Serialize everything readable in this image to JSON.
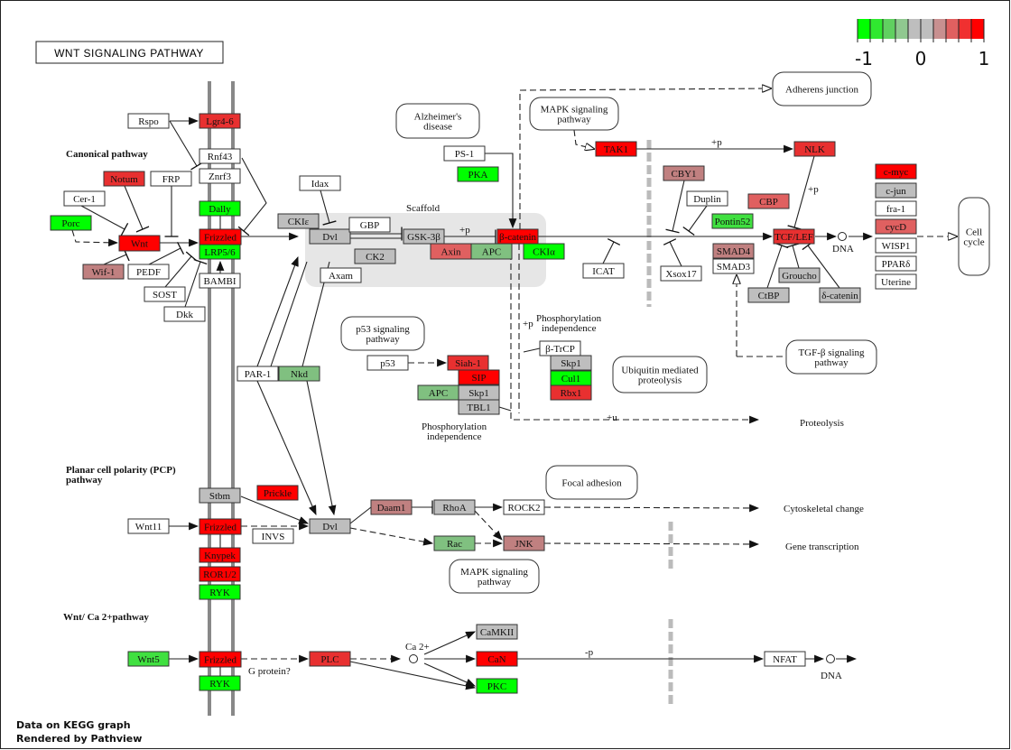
{
  "title": "WNT SIGNALING PATHWAY",
  "legend": {
    "colors": [
      "#00ff00",
      "#30e830",
      "#60d060",
      "#90c890",
      "#bebebe",
      "#bebebe",
      "#c89090",
      "#e06060",
      "#f03030",
      "#ff0000"
    ],
    "labels": [
      "-1",
      "0",
      "1"
    ]
  },
  "nodes": [
    {
      "id": "rspo",
      "label": "Rspo",
      "color": "#ffffff"
    },
    {
      "id": "lgr",
      "label": "Lgr4-6",
      "color": "#e83030"
    },
    {
      "id": "rnf43",
      "label": "Rnf43",
      "color": "#ffffff"
    },
    {
      "id": "znrf3",
      "label": "Znrf3",
      "color": "#ffffff"
    },
    {
      "id": "dally",
      "label": "Dally",
      "color": "#00ff00"
    },
    {
      "id": "fzd1",
      "label": "Frizzled",
      "color": "#ff0000"
    },
    {
      "id": "lrp",
      "label": "LRP5/6",
      "color": "#00ff00"
    },
    {
      "id": "bambi",
      "label": "BAMBI",
      "color": "#ffffff"
    },
    {
      "id": "notum",
      "label": "Notum",
      "color": "#e83030"
    },
    {
      "id": "frp",
      "label": "FRP",
      "color": "#ffffff"
    },
    {
      "id": "cer1",
      "label": "Cer-1",
      "color": "#ffffff"
    },
    {
      "id": "porc",
      "label": "Porc",
      "color": "#00ff00"
    },
    {
      "id": "wnt",
      "label": "Wnt",
      "color": "#ff0000"
    },
    {
      "id": "wif1",
      "label": "Wif-1",
      "color": "#c08080"
    },
    {
      "id": "pedf",
      "label": "PEDF",
      "color": "#ffffff"
    },
    {
      "id": "sost",
      "label": "SOST",
      "color": "#ffffff"
    },
    {
      "id": "dkk",
      "label": "Dkk",
      "color": "#ffffff"
    },
    {
      "id": "idax",
      "label": "Idax",
      "color": "#ffffff"
    },
    {
      "id": "ckie",
      "label": "CKIε",
      "color": "#bebebe"
    },
    {
      "id": "dvl1",
      "label": "Dvl",
      "color": "#bebebe"
    },
    {
      "id": "gbp",
      "label": "GBP",
      "color": "#ffffff"
    },
    {
      "id": "ck2",
      "label": "CK2",
      "color": "#bebebe"
    },
    {
      "id": "axam",
      "label": "Axam",
      "color": "#ffffff"
    },
    {
      "id": "gsk",
      "label": "GSK-3β",
      "color": "#bebebe"
    },
    {
      "id": "axin",
      "label": "Axin",
      "color": "#e06060"
    },
    {
      "id": "apc1",
      "label": "APC",
      "color": "#80c080"
    },
    {
      "id": "bcat",
      "label": "β-catenin",
      "color": "#ff0000"
    },
    {
      "id": "ckia",
      "label": "CKIα",
      "color": "#00ff00"
    },
    {
      "id": "ps1",
      "label": "PS-1",
      "color": "#ffffff"
    },
    {
      "id": "pka",
      "label": "PKA",
      "color": "#00ff00"
    },
    {
      "id": "tak1",
      "label": "TAK1",
      "color": "#ff0000"
    },
    {
      "id": "cby1",
      "label": "CBY1",
      "color": "#c08080"
    },
    {
      "id": "duplin",
      "label": "Duplin",
      "color": "#ffffff"
    },
    {
      "id": "pontin",
      "label": "Pontin52",
      "color": "#40e040"
    },
    {
      "id": "cbp",
      "label": "CBP",
      "color": "#e06060"
    },
    {
      "id": "nlk",
      "label": "NLK",
      "color": "#e83030"
    },
    {
      "id": "tcf",
      "label": "TCF/LEF",
      "color": "#e83030"
    },
    {
      "id": "icat",
      "label": "ICAT",
      "color": "#ffffff"
    },
    {
      "id": "xsox",
      "label": "Xsox17",
      "color": "#ffffff"
    },
    {
      "id": "smad4",
      "label": "SMAD4",
      "color": "#c08080"
    },
    {
      "id": "smad3",
      "label": "SMAD3",
      "color": "#ffffff"
    },
    {
      "id": "groucho",
      "label": "Groucho",
      "color": "#bebebe"
    },
    {
      "id": "ctbp",
      "label": "CtBP",
      "color": "#bebebe"
    },
    {
      "id": "dcat",
      "label": "δ-catenin",
      "color": "#bebebe"
    },
    {
      "id": "cmyc",
      "label": "c-myc",
      "color": "#ff0000"
    },
    {
      "id": "cjun",
      "label": "c-jun",
      "color": "#bebebe"
    },
    {
      "id": "fra1",
      "label": "fra-1",
      "color": "#ffffff"
    },
    {
      "id": "cycd",
      "label": "cycD",
      "color": "#e06060"
    },
    {
      "id": "wisp1",
      "label": "WISP1",
      "color": "#ffffff"
    },
    {
      "id": "ppard",
      "label": "PPARδ",
      "color": "#ffffff"
    },
    {
      "id": "uterine",
      "label": "Uterine",
      "color": "#ffffff"
    },
    {
      "id": "p53",
      "label": "p53",
      "color": "#ffffff"
    },
    {
      "id": "siah",
      "label": "Siah-1",
      "color": "#e83030"
    },
    {
      "id": "sip",
      "label": "SIP",
      "color": "#ff0000"
    },
    {
      "id": "apc2",
      "label": "APC",
      "color": "#80c080"
    },
    {
      "id": "skp1a",
      "label": "Skp1",
      "color": "#bebebe"
    },
    {
      "id": "tbl1",
      "label": "TBL1",
      "color": "#bebebe"
    },
    {
      "id": "btrcp",
      "label": "β-TrCP",
      "color": "#ffffff"
    },
    {
      "id": "skp1b",
      "label": "Skp1",
      "color": "#bebebe"
    },
    {
      "id": "cul1",
      "label": "Cul1",
      "color": "#00ff00"
    },
    {
      "id": "rbx1",
      "label": "Rbx1",
      "color": "#e83030"
    },
    {
      "id": "par1",
      "label": "PAR-1",
      "color": "#ffffff"
    },
    {
      "id": "nkd",
      "label": "Nkd",
      "color": "#80c080"
    },
    {
      "id": "stbm",
      "label": "Stbm",
      "color": "#bebebe"
    },
    {
      "id": "prickle",
      "label": "Prickle",
      "color": "#ff0000"
    },
    {
      "id": "wnt11",
      "label": "Wnt11",
      "color": "#ffffff"
    },
    {
      "id": "fzd2",
      "label": "Frizzled",
      "color": "#ff0000"
    },
    {
      "id": "invs",
      "label": "INVS",
      "color": "#ffffff"
    },
    {
      "id": "knypek",
      "label": "Knypek",
      "color": "#ff0000"
    },
    {
      "id": "ror",
      "label": "ROR1/2",
      "color": "#ff0000"
    },
    {
      "id": "ryk1",
      "label": "RYK",
      "color": "#00ff00"
    },
    {
      "id": "dvl2",
      "label": "Dvl",
      "color": "#bebebe"
    },
    {
      "id": "daam1",
      "label": "Daam1",
      "color": "#c08080"
    },
    {
      "id": "rhoa",
      "label": "RhoA",
      "color": "#bebebe"
    },
    {
      "id": "rock2",
      "label": "ROCK2",
      "color": "#ffffff"
    },
    {
      "id": "rac",
      "label": "Rac",
      "color": "#80c080"
    },
    {
      "id": "jnk",
      "label": "JNK",
      "color": "#c08080"
    },
    {
      "id": "wnt5",
      "label": "Wnt5",
      "color": "#40e040"
    },
    {
      "id": "fzd3",
      "label": "Frizzled",
      "color": "#ff0000"
    },
    {
      "id": "ryk2",
      "label": "RYK",
      "color": "#00ff00"
    },
    {
      "id": "plc",
      "label": "PLC",
      "color": "#e83030"
    },
    {
      "id": "camkii",
      "label": "CaMKII",
      "color": "#bebebe"
    },
    {
      "id": "can",
      "label": "CaN",
      "color": "#ff0000"
    },
    {
      "id": "pkc",
      "label": "PKC",
      "color": "#00ff00"
    },
    {
      "id": "nfat",
      "label": "NFAT",
      "color": "#ffffff"
    }
  ],
  "maps": [
    {
      "id": "alz",
      "lines": [
        "Alzheimer's",
        "disease"
      ]
    },
    {
      "id": "mapk1",
      "lines": [
        "MAPK signaling",
        "pathway"
      ]
    },
    {
      "id": "adherens",
      "lines": [
        "Adherens junction"
      ]
    },
    {
      "id": "cellcycle",
      "lines": [
        "Cell",
        "cycle"
      ]
    },
    {
      "id": "p53map",
      "lines": [
        "p53 signaling",
        "pathway"
      ]
    },
    {
      "id": "ubiq",
      "lines": [
        "Ubiquitin mediated",
        "proteolysis"
      ]
    },
    {
      "id": "tgfb",
      "lines": [
        "TGF-β signaling",
        "pathway"
      ]
    },
    {
      "id": "focal",
      "lines": [
        "Focal adhesion"
      ]
    },
    {
      "id": "mapk2",
      "lines": [
        "MAPK signaling",
        "pathway"
      ]
    }
  ],
  "labels": [
    {
      "id": "canonical",
      "text": "Canonical pathway",
      "bold": true
    },
    {
      "id": "scaffold",
      "text": "Scaffold"
    },
    {
      "id": "phos1a",
      "text": "Phosphorylation"
    },
    {
      "id": "phos1b",
      "text": "independence"
    },
    {
      "id": "phos2a",
      "text": "Phosphorylation"
    },
    {
      "id": "phos2b",
      "text": "independence"
    },
    {
      "id": "p_gsk",
      "text": "+p"
    },
    {
      "id": "p_tak",
      "text": "+p"
    },
    {
      "id": "p_nlk",
      "text": "+p"
    },
    {
      "id": "p_bcat",
      "text": "+p"
    },
    {
      "id": "u_prot",
      "text": "+u"
    },
    {
      "id": "dna1",
      "text": "DNA"
    },
    {
      "id": "dna2",
      "text": "DNA"
    },
    {
      "id": "proteolysis",
      "text": "Proteolysis"
    },
    {
      "id": "cyto",
      "text": "Cytoskeletal change"
    },
    {
      "id": "genetx",
      "text": "Gene transcription"
    },
    {
      "id": "pcp1",
      "text": "Planar cell polarity (PCP)",
      "bold": true
    },
    {
      "id": "pcp2",
      "text": "pathway",
      "bold": true
    },
    {
      "id": "ca_path",
      "text": "Wnt/ Ca 2+pathway",
      "bold": true
    },
    {
      "id": "gprot",
      "text": "G protein?"
    },
    {
      "id": "ca",
      "text": "Ca 2+"
    },
    {
      "id": "minus_p",
      "text": "-p"
    }
  ],
  "footer": [
    "Data on KEGG graph",
    "Rendered by Pathview"
  ]
}
